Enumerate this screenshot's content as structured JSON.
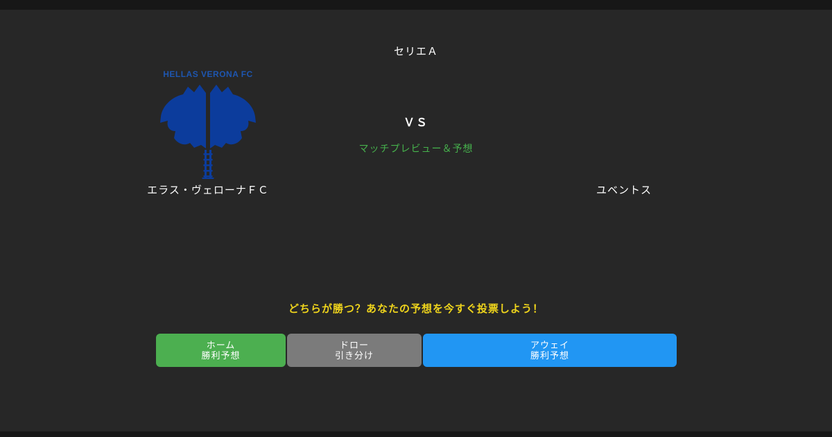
{
  "card": {
    "league_title": "セリエＡ",
    "vs_label": "ＶＳ",
    "subtitle": "マッチプレビュー＆予想",
    "home_team": {
      "name": "エラス・ヴェローナＦＣ",
      "crest_label": "HELLAS VERONA FC"
    },
    "away_team": {
      "name": "ユベントス"
    },
    "notice": "どちらが勝つ？あなたの予想を今すぐ投票しよう！",
    "vote_buttons": [
      {
        "label_line1": "ホーム",
        "label_line2": "勝利予想",
        "color": "#4caf50"
      },
      {
        "label_line1": "ドロー",
        "label_line2": "引き分け",
        "color": "#7b7b7b"
      },
      {
        "label_line1": "アウェイ",
        "label_line2": "勝利予想",
        "color": "#2196f3"
      }
    ],
    "colors": {
      "background": "#272727",
      "text_white": "#ffffff",
      "subtitle_green": "#46b14c",
      "notice_yellow": "#efd41c",
      "crest_blue": "#0c3c9c",
      "crest_text_blue": "#1e56b0",
      "button_green": "#4caf50",
      "button_gray": "#7b7b7b",
      "button_blue": "#2196f3"
    }
  }
}
